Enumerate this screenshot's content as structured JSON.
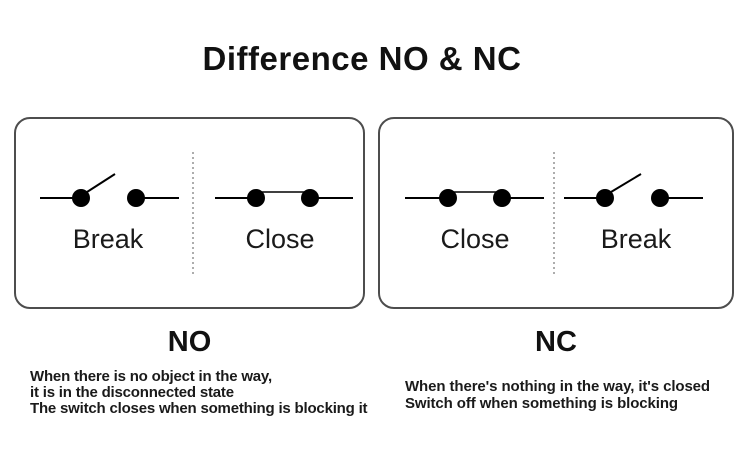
{
  "page": {
    "title": "Difference NO & NC",
    "background_color": "#ffffff",
    "text_color": "#111111",
    "panel_border_color": "#4d4d4d",
    "divider_color": "#8a8a8a",
    "symbol_color": "#000000"
  },
  "panels": [
    {
      "heading": "NO",
      "states": [
        {
          "label": "Break",
          "contact": "open"
        },
        {
          "label": "Close",
          "contact": "closed"
        }
      ],
      "description_lines": [
        "When there is no object in the way,",
        "it is in the disconnected state",
        "The switch closes when something is blocking it"
      ]
    },
    {
      "heading": "NC",
      "states": [
        {
          "label": "Close",
          "contact": "closed"
        },
        {
          "label": "Break",
          "contact": "open"
        }
      ],
      "description_lines": [
        "When there's nothing in the way, it's closed",
        "Switch off when something is blocking"
      ]
    }
  ]
}
